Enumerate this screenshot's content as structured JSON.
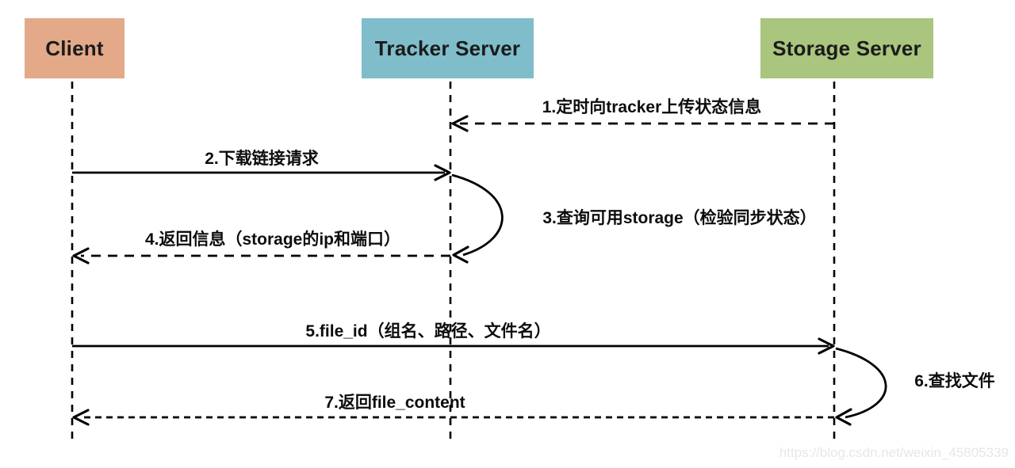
{
  "diagram": {
    "background": "#ffffff",
    "line_color": "#000000",
    "actors": [
      {
        "id": "client",
        "label": "Client",
        "color": "#e3a988"
      },
      {
        "id": "tracker",
        "label": "Tracker Server",
        "color": "#7fbdcb"
      },
      {
        "id": "storage",
        "label": "Storage Server",
        "color": "#a9c57e"
      }
    ],
    "messages": [
      {
        "seq": "1",
        "label": "1.定时向tracker上传状态信息",
        "from": "storage",
        "to": "tracker",
        "style": "dashed"
      },
      {
        "seq": "2",
        "label": "2.下载链接请求",
        "from": "client",
        "to": "tracker",
        "style": "solid"
      },
      {
        "seq": "3",
        "label": "3.查询可用storage（检验同步状态）",
        "from": "tracker",
        "to": "tracker",
        "style": "self-loop"
      },
      {
        "seq": "4",
        "label": "4.返回信息（storage的ip和端口）",
        "from": "tracker",
        "to": "client",
        "style": "dashed"
      },
      {
        "seq": "5",
        "label": "5.file_id（组名、路径、文件名）",
        "from": "client",
        "to": "storage",
        "style": "solid"
      },
      {
        "seq": "6",
        "label": "6.查找文件",
        "from": "storage",
        "to": "storage",
        "style": "self-loop"
      },
      {
        "seq": "7",
        "label": "7.返回file_content",
        "from": "storage",
        "to": "client",
        "style": "dashed-fine"
      }
    ],
    "watermark": "https://blog.csdn.net/weixin_45805339"
  }
}
